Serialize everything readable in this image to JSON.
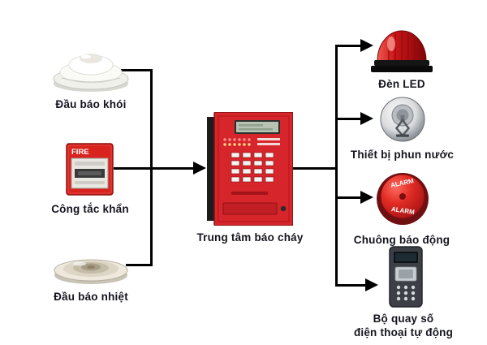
{
  "colors": {
    "connector": "#000000",
    "device_red": "#d6252b",
    "label_text": "#14141e",
    "background": "#ffffff"
  },
  "nodes": {
    "smoke": {
      "label": "Đầu báo khói"
    },
    "callpoint": {
      "label": "Công tắc khẩn",
      "device_text": "FIRE"
    },
    "heat": {
      "label": "Đầu báo nhiệt"
    },
    "panel": {
      "label": "Trung tâm báo cháy"
    },
    "led": {
      "label": "Đèn LED"
    },
    "sprinkler": {
      "label": "Thiết bị phun nước"
    },
    "bell": {
      "label": "Chuông báo động",
      "device_text": "ALARM"
    },
    "dialer": {
      "label_line1": "Bộ quay số",
      "label_line2": "điện thoại tự động"
    }
  }
}
